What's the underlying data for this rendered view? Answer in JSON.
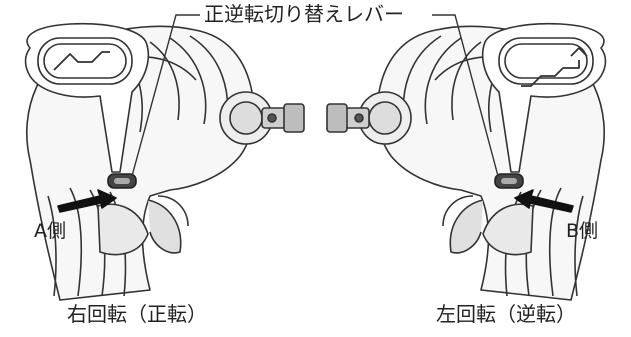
{
  "lever_label": "正逆転切り替えレバー",
  "left_view": {
    "side_label": "A側",
    "caption": "右回転（正転）",
    "callout_icon": "forward-arrow-icon"
  },
  "right_view": {
    "side_label": "B側",
    "caption": "左回転（逆転）",
    "callout_icon": "reverse-arrow-icon"
  }
}
